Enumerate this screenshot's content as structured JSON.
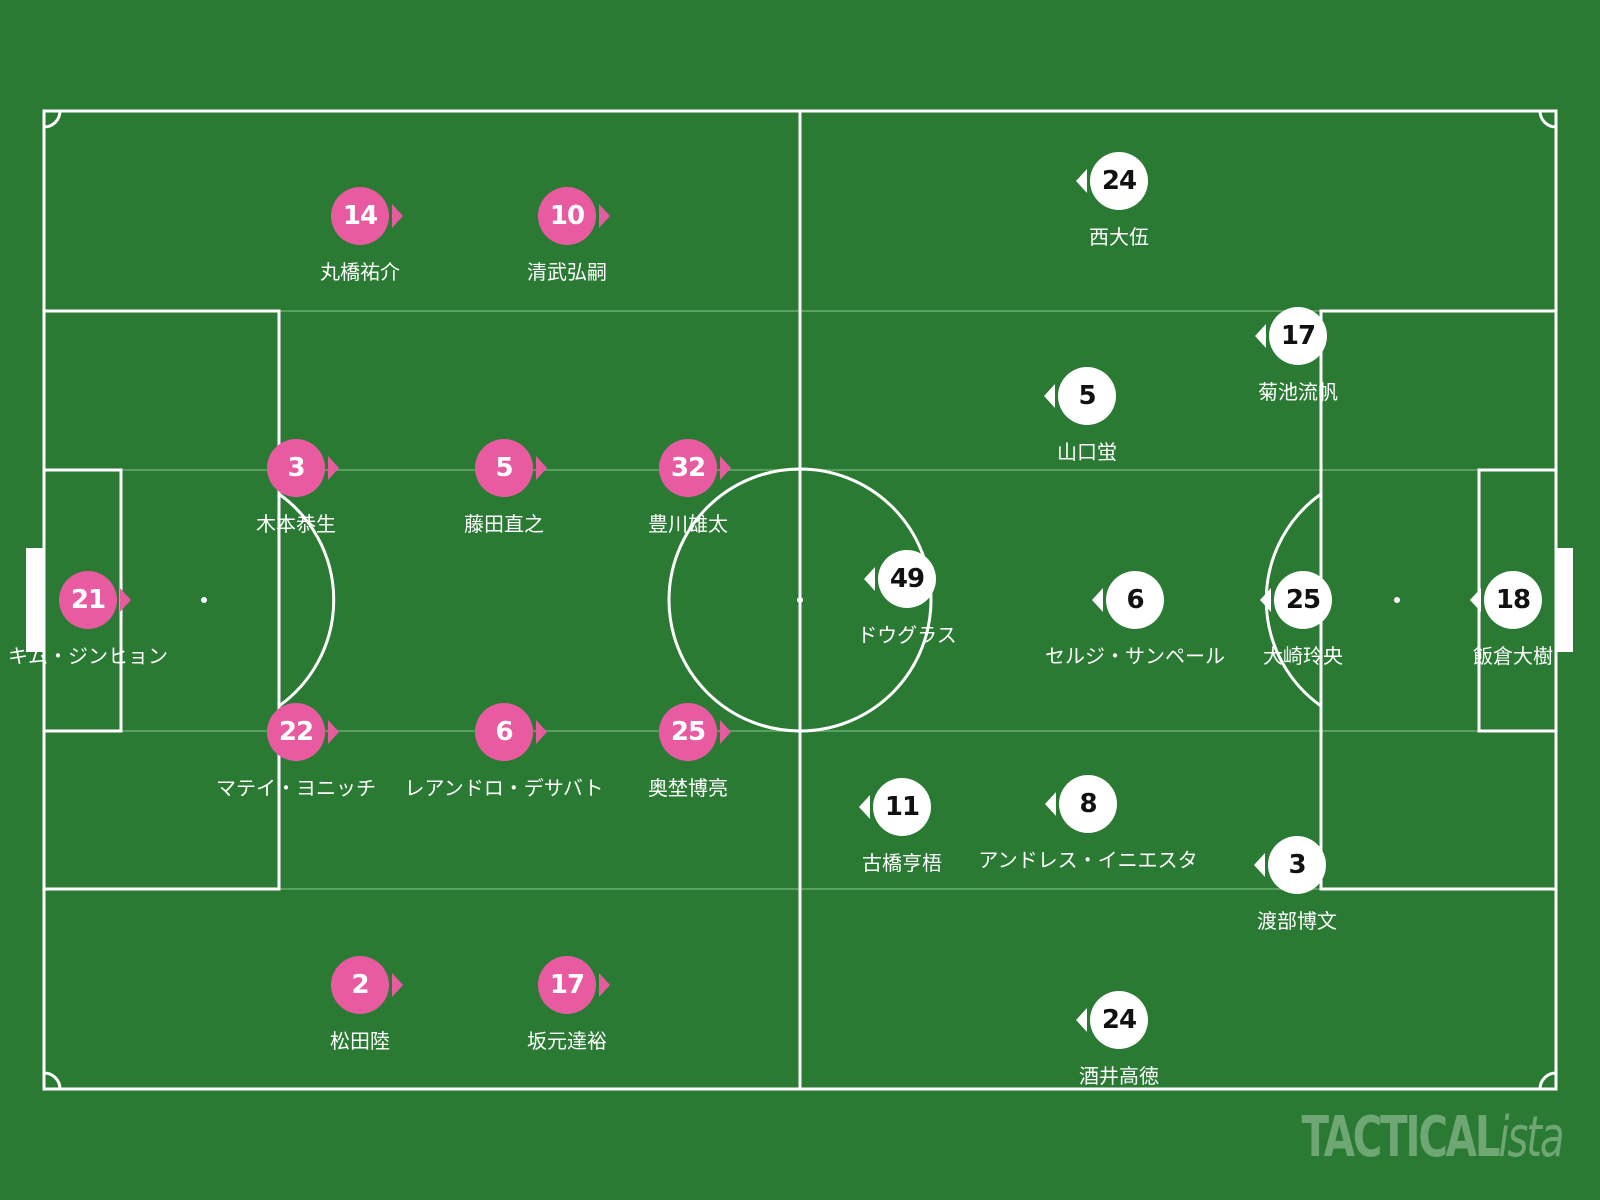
{
  "colors": {
    "pitch": "#2a7a34",
    "lines": "#ffffff",
    "home": "#e95ba0",
    "away": "#ffffff"
  },
  "watermark": {
    "brand": "TACTICAL",
    "suffix": "ista"
  },
  "home_team": {
    "direction": "right",
    "players": [
      {
        "number": "21",
        "name": "キム・ジンヒョン"
      },
      {
        "number": "14",
        "name": "丸橋祐介"
      },
      {
        "number": "10",
        "name": "清武弘嗣"
      },
      {
        "number": "3",
        "name": "木本恭生"
      },
      {
        "number": "5",
        "name": "藤田直之"
      },
      {
        "number": "32",
        "name": "豊川雄太"
      },
      {
        "number": "22",
        "name": "マテイ・ヨニッチ"
      },
      {
        "number": "6",
        "name": "レアンドロ・デサバト"
      },
      {
        "number": "25",
        "name": "奥埜博亮"
      },
      {
        "number": "2",
        "name": "松田陸"
      },
      {
        "number": "17",
        "name": "坂元達裕"
      }
    ]
  },
  "away_team": {
    "direction": "left",
    "players": [
      {
        "number": "24",
        "name": "西大伍"
      },
      {
        "number": "17",
        "name": "菊池流帆"
      },
      {
        "number": "5",
        "name": "山口蛍"
      },
      {
        "number": "49",
        "name": "ドウグラス"
      },
      {
        "number": "6",
        "name": "セルジ・サンペール"
      },
      {
        "number": "25",
        "name": "大崎玲央"
      },
      {
        "number": "18",
        "name": "飯倉大樹"
      },
      {
        "number": "11",
        "name": "古橋亨梧"
      },
      {
        "number": "8",
        "name": "アンドレス・イニエスタ"
      },
      {
        "number": "3",
        "name": "渡部博文"
      },
      {
        "number": "24",
        "name": "酒井高徳"
      }
    ]
  }
}
